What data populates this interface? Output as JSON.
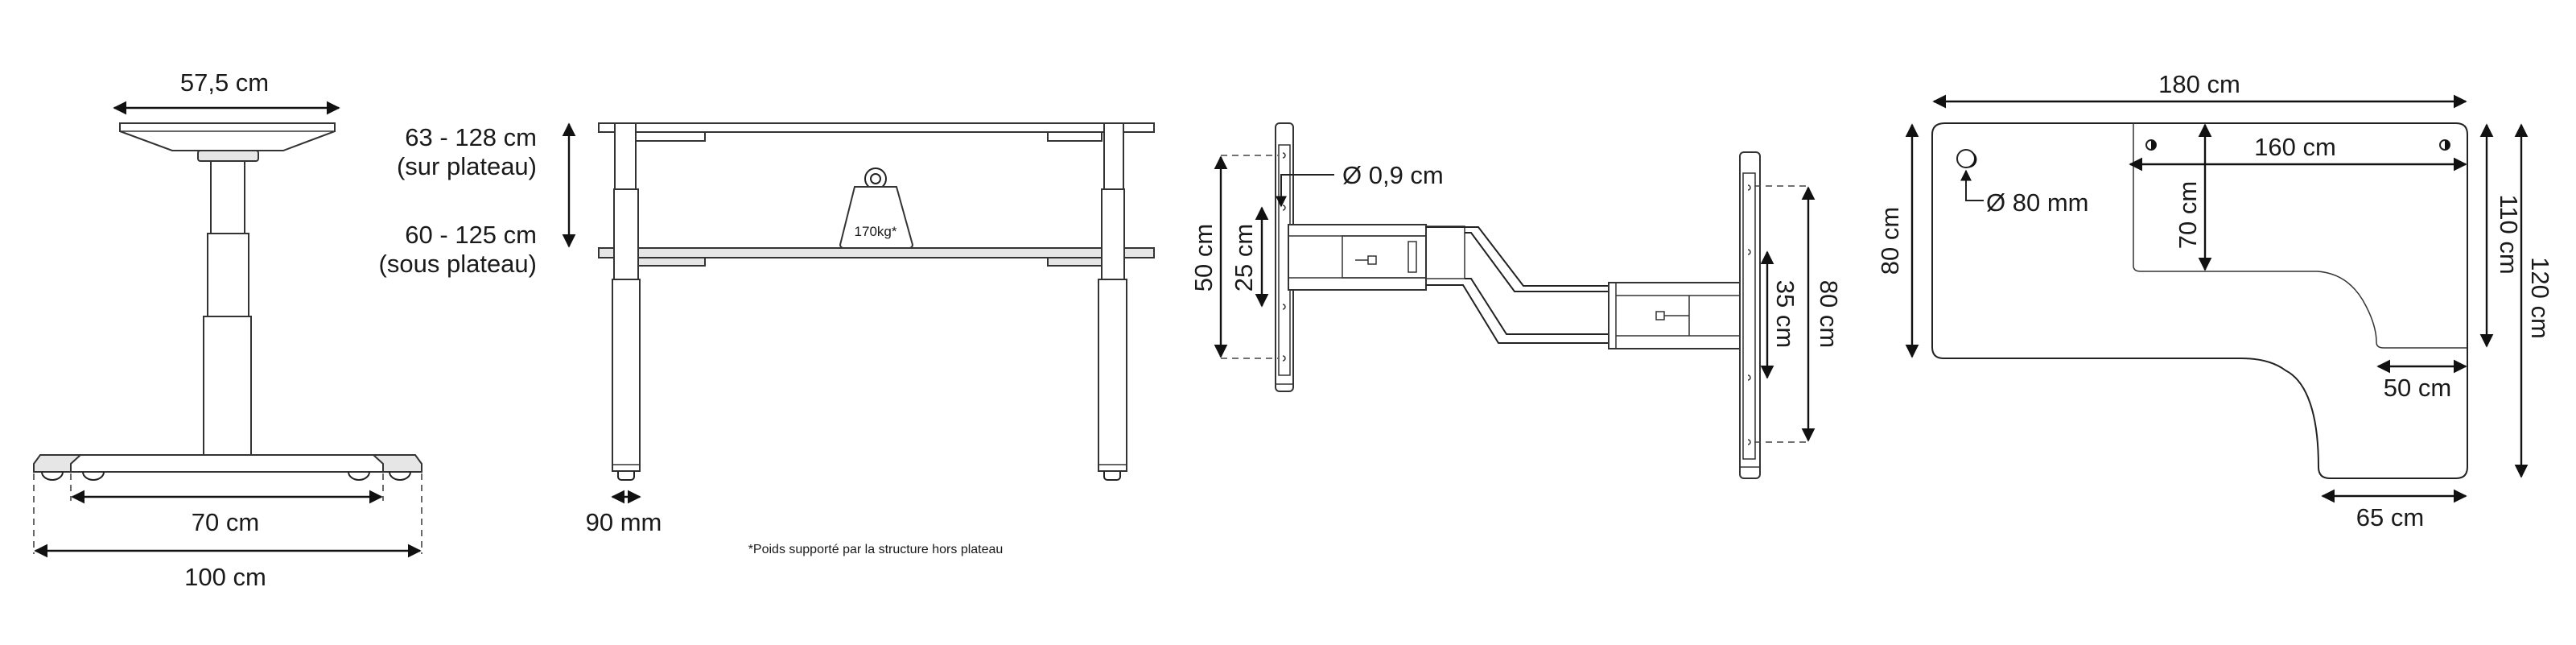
{
  "side_view": {
    "top_width": "57,5 cm",
    "foot_inner": "70 cm",
    "foot_outer": "100 cm"
  },
  "front_view": {
    "height_on_top": "63 - 128 cm",
    "height_on_top_note": "(sur plateau)",
    "height_under_top": "60 - 125 cm",
    "height_under_top_note": "(sous plateau)",
    "weight": "170kg*",
    "leg_width": "90 mm",
    "footnote": "*Poids supporté par la structure hors plateau"
  },
  "frame_top_view": {
    "hole_diameter": "Ø 0,9 cm",
    "plate_left_outer": "50 cm",
    "plate_left_inner": "25 cm",
    "plate_right_inner": "35 cm",
    "plate_right_outer": "80 cm"
  },
  "desk_top_view": {
    "width_total": "180 cm",
    "width_inner": "160 cm",
    "depth_inner": "70 cm",
    "depth_left": "80 cm",
    "cable_hole": "Ø 80 mm",
    "depth_right_inner": "110 cm",
    "depth_right_total": "120 cm",
    "return_inner": "50 cm",
    "return_width": "65 cm"
  }
}
